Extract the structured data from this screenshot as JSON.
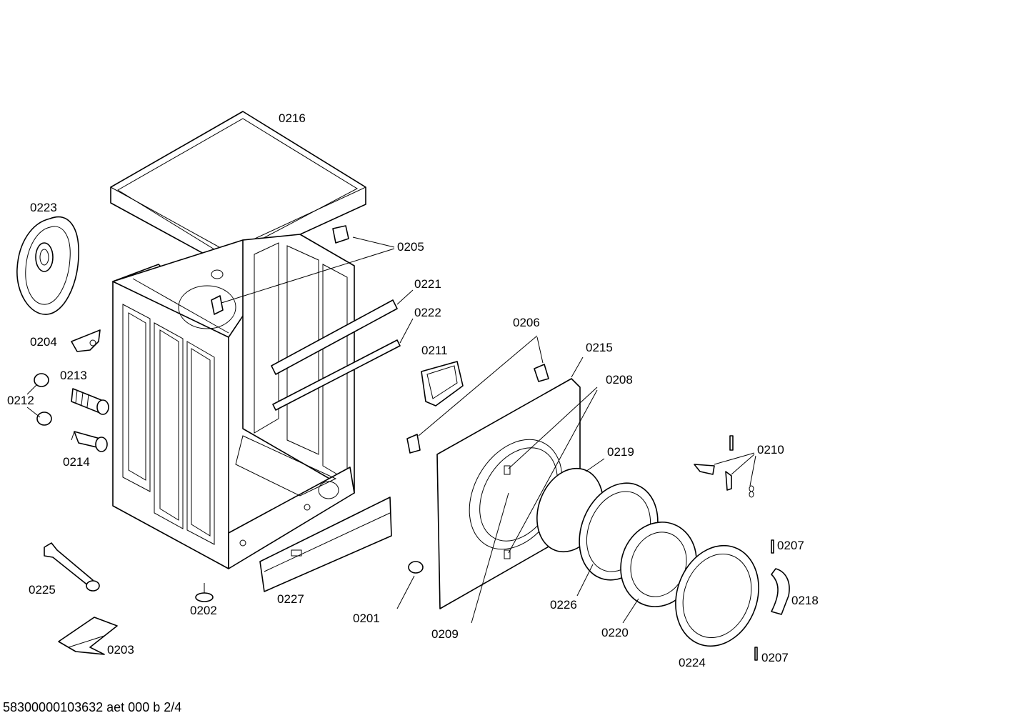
{
  "labels": {
    "p0216": "0216",
    "p0223": "0223",
    "p0205": "0205",
    "p0221": "0221",
    "p0222": "0222",
    "p0204": "0204",
    "p0206": "0206",
    "p0211": "0211",
    "p0215": "0215",
    "p0213": "0213",
    "p0208": "0208",
    "p0212": "0212",
    "p0219": "0219",
    "p0214": "0214",
    "p0210": "0210",
    "p0207a": "0207",
    "p0218": "0218",
    "p0225": "0225",
    "p0227": "0227",
    "p0226": "0226",
    "p0202": "0202",
    "p0201": "0201",
    "p0209": "0209",
    "p0220": "0220",
    "p0203": "0203",
    "p0224": "0224",
    "p0207b": "0207"
  },
  "footer": "58300000103632 aet 000 b 2/4"
}
